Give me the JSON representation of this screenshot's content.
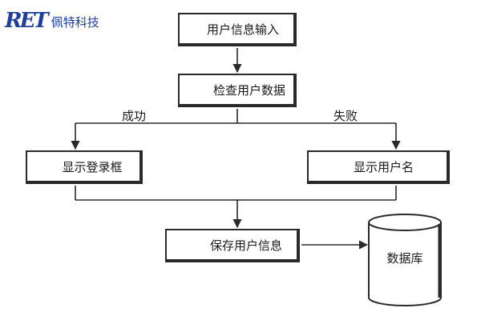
{
  "logo": {
    "mark": "RET",
    "text": "佩特科技"
  },
  "nodes": {
    "input": "用户信息输入",
    "check": "检查用户数据",
    "login": "显示登录框",
    "show_user": "显示用户名",
    "save": "保存用户信息",
    "database": "数据库"
  },
  "edges": {
    "success": "成功",
    "fail": "失败"
  },
  "colors": {
    "line": "#2a2a2a",
    "logo": "#1f3f9a"
  }
}
